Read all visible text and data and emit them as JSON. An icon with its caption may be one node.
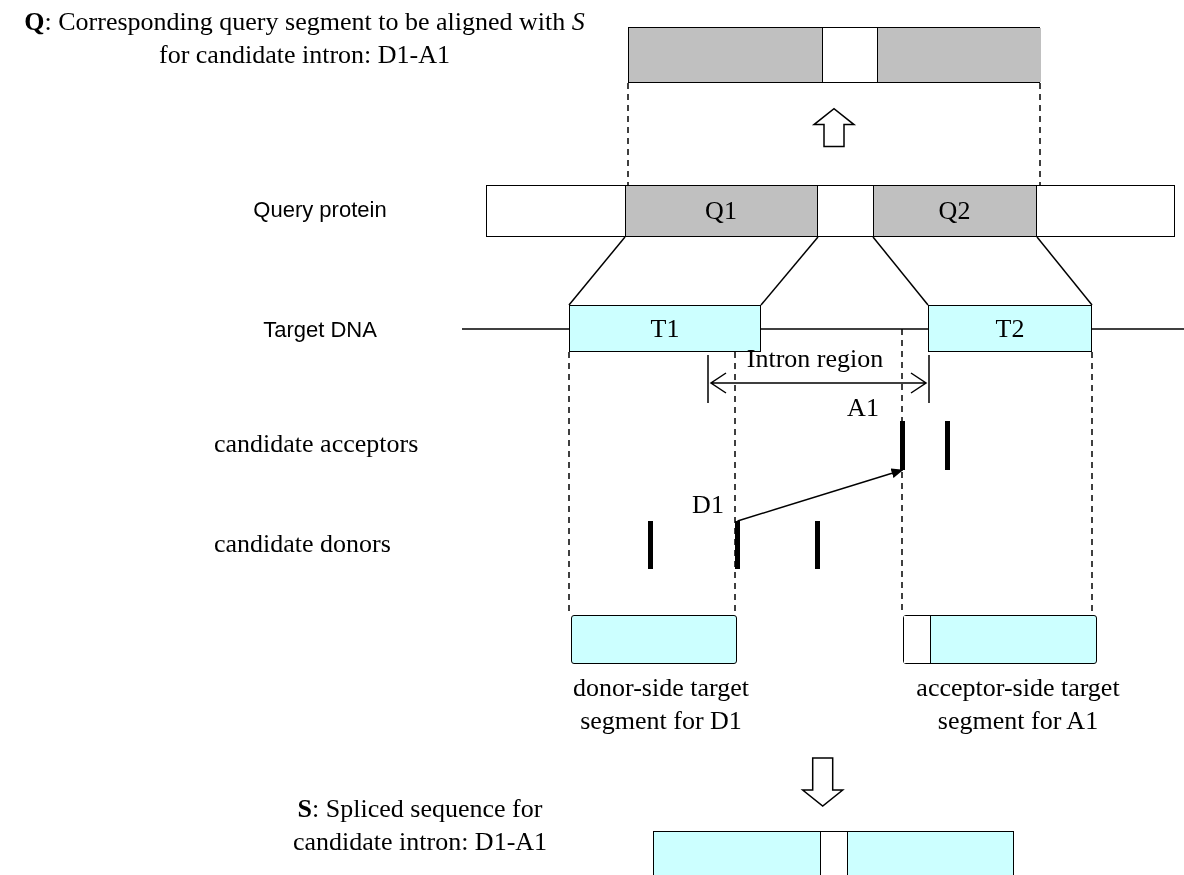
{
  "diagram": {
    "nodes": [
      {
        "text": [],
        "shape": "bar",
        "beside": [
          "**Q**: Corresponding query segment to be aligned with *S* for candidate intron: D1-A1"
        ]
      },
      {
        "text": [],
        "shape": "bar"
      },
      {
        "text": [
          "Q1"
        ],
        "in": 1
      },
      {
        "text": [
          "Q2"
        ],
        "in": 1
      },
      {
        "text": [
          "T1"
        ]
      },
      {
        "text": [
          "T2"
        ]
      },
      {
        "text": [],
        "shape": "bar",
        "beside": [
          "A1"
        ]
      },
      {
        "text": [],
        "shape": "bar"
      },
      {
        "text": [],
        "shape": "bar"
      },
      {
        "text": [],
        "shape": "bar",
        "beside": [
          "D1"
        ]
      },
      {
        "text": [],
        "shape": "bar"
      },
      {
        "text": [],
        "shape": "box",
        "beside": [
          "donor-side target segment for D1"
        ]
      },
      {
        "text": [],
        "shape": "box",
        "beside": [
          "acceptor-side target segment for A1"
        ]
      },
      {
        "text": [],
        "shape": "bar"
      }
    ],
    "edges": [
      {
        "from": 1,
        "to": 0,
        "arrow": "to",
        "style": "thick"
      },
      {
        "from": 2,
        "to": 4,
        "arrow": "none"
      },
      {
        "from": 2,
        "to": 4,
        "arrow": "none"
      },
      {
        "from": 3,
        "to": 5,
        "arrow": "none"
      },
      {
        "from": 3,
        "to": 5,
        "arrow": "none"
      },
      {
        "from": 9,
        "to": 6,
        "arrow": "to"
      },
      {
        "from": null,
        "to": 13,
        "arrow": "to",
        "style": "thick"
      }
    ],
    "labels": [
      "Query protein",
      "Target DNA",
      "Intron region",
      "candidate acceptors",
      "candidate donors",
      "**S**: Spliced sequence for candidate intron: D1-A1"
    ]
  }
}
